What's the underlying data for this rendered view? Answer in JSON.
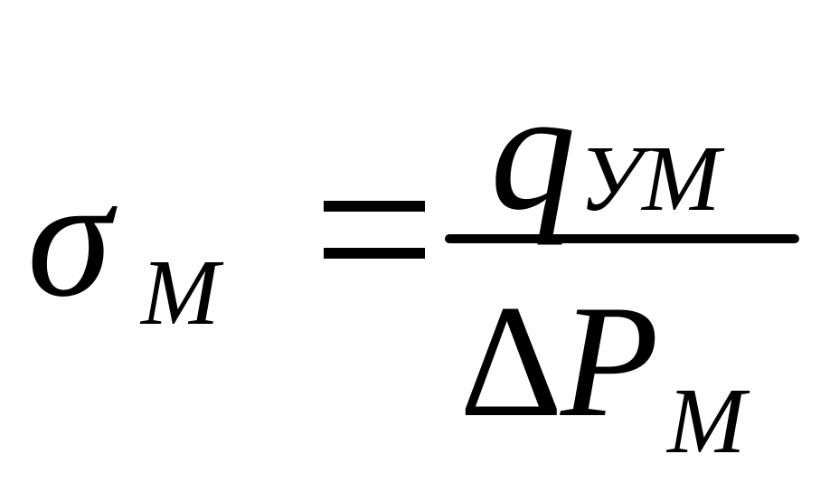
{
  "formula": {
    "lhs": {
      "symbol": "σ",
      "subscript": "M"
    },
    "relation": "=",
    "rhs": {
      "numerator": {
        "symbol": "q",
        "subscript": "УМ"
      },
      "denominator": {
        "delta": "Δ",
        "symbol": "P",
        "subscript": "M"
      }
    }
  }
}
